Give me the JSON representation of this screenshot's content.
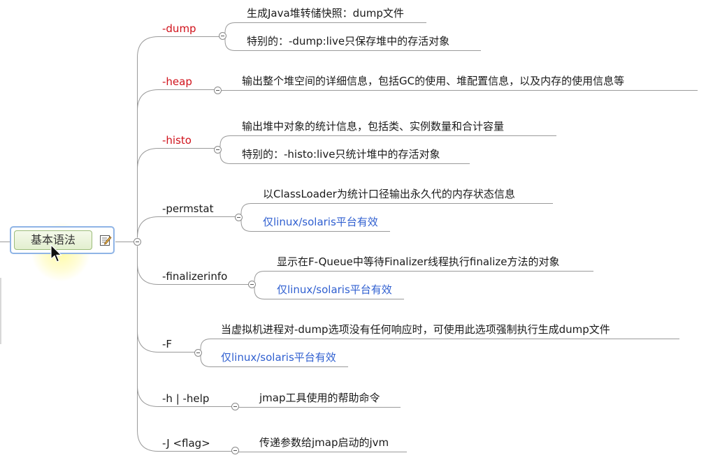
{
  "root": {
    "label": "基本语法",
    "note_icon": "note-edit-icon"
  },
  "colors": {
    "red": "#d0121b",
    "blue": "#2f5fd0",
    "line": "#9a9a9a"
  },
  "branches": [
    {
      "label": "-dump",
      "color": "red",
      "leaves": [
        {
          "text": "生成Java堆转储快照：dump文件"
        },
        {
          "text": "特别的：-dump:live只保存堆中的存活对象"
        }
      ]
    },
    {
      "label": "-heap",
      "color": "red",
      "leaves": [
        {
          "text": "输出整个堆空间的详细信息，包括GC的使用、堆配置信息，以及内存的使用信息等"
        }
      ]
    },
    {
      "label": "-histo",
      "color": "red",
      "leaves": [
        {
          "text": "输出堆中对象的统计信息，包括类、实例数量和合计容量"
        },
        {
          "text": "特别的：-histo:live只统计堆中的存活对象"
        }
      ]
    },
    {
      "label": "-permstat",
      "color": "black",
      "leaves": [
        {
          "text": "以ClassLoader为统计口径输出永久代的内存状态信息"
        },
        {
          "text": "仅linux/solaris平台有效",
          "color": "blue"
        }
      ]
    },
    {
      "label": "-finalizerinfo",
      "color": "black",
      "leaves": [
        {
          "text": "显示在F-Queue中等待Finalizer线程执行finalize方法的对象"
        },
        {
          "text": "仅linux/solaris平台有效",
          "color": "blue"
        }
      ]
    },
    {
      "label": "-F",
      "color": "black",
      "leaves": [
        {
          "text": "当虚拟机进程对-dump选项没有任何响应时，可使用此选项强制执行生成dump文件"
        },
        {
          "text": "仅linux/solaris平台有效",
          "color": "blue"
        }
      ]
    },
    {
      "label": "-h | -help",
      "color": "black",
      "leaves": [
        {
          "text": "jmap工具使用的帮助命令"
        }
      ]
    },
    {
      "label": "-J <flag>",
      "color": "black",
      "leaves": [
        {
          "text": "传递参数给jmap启动的jvm"
        }
      ]
    }
  ]
}
